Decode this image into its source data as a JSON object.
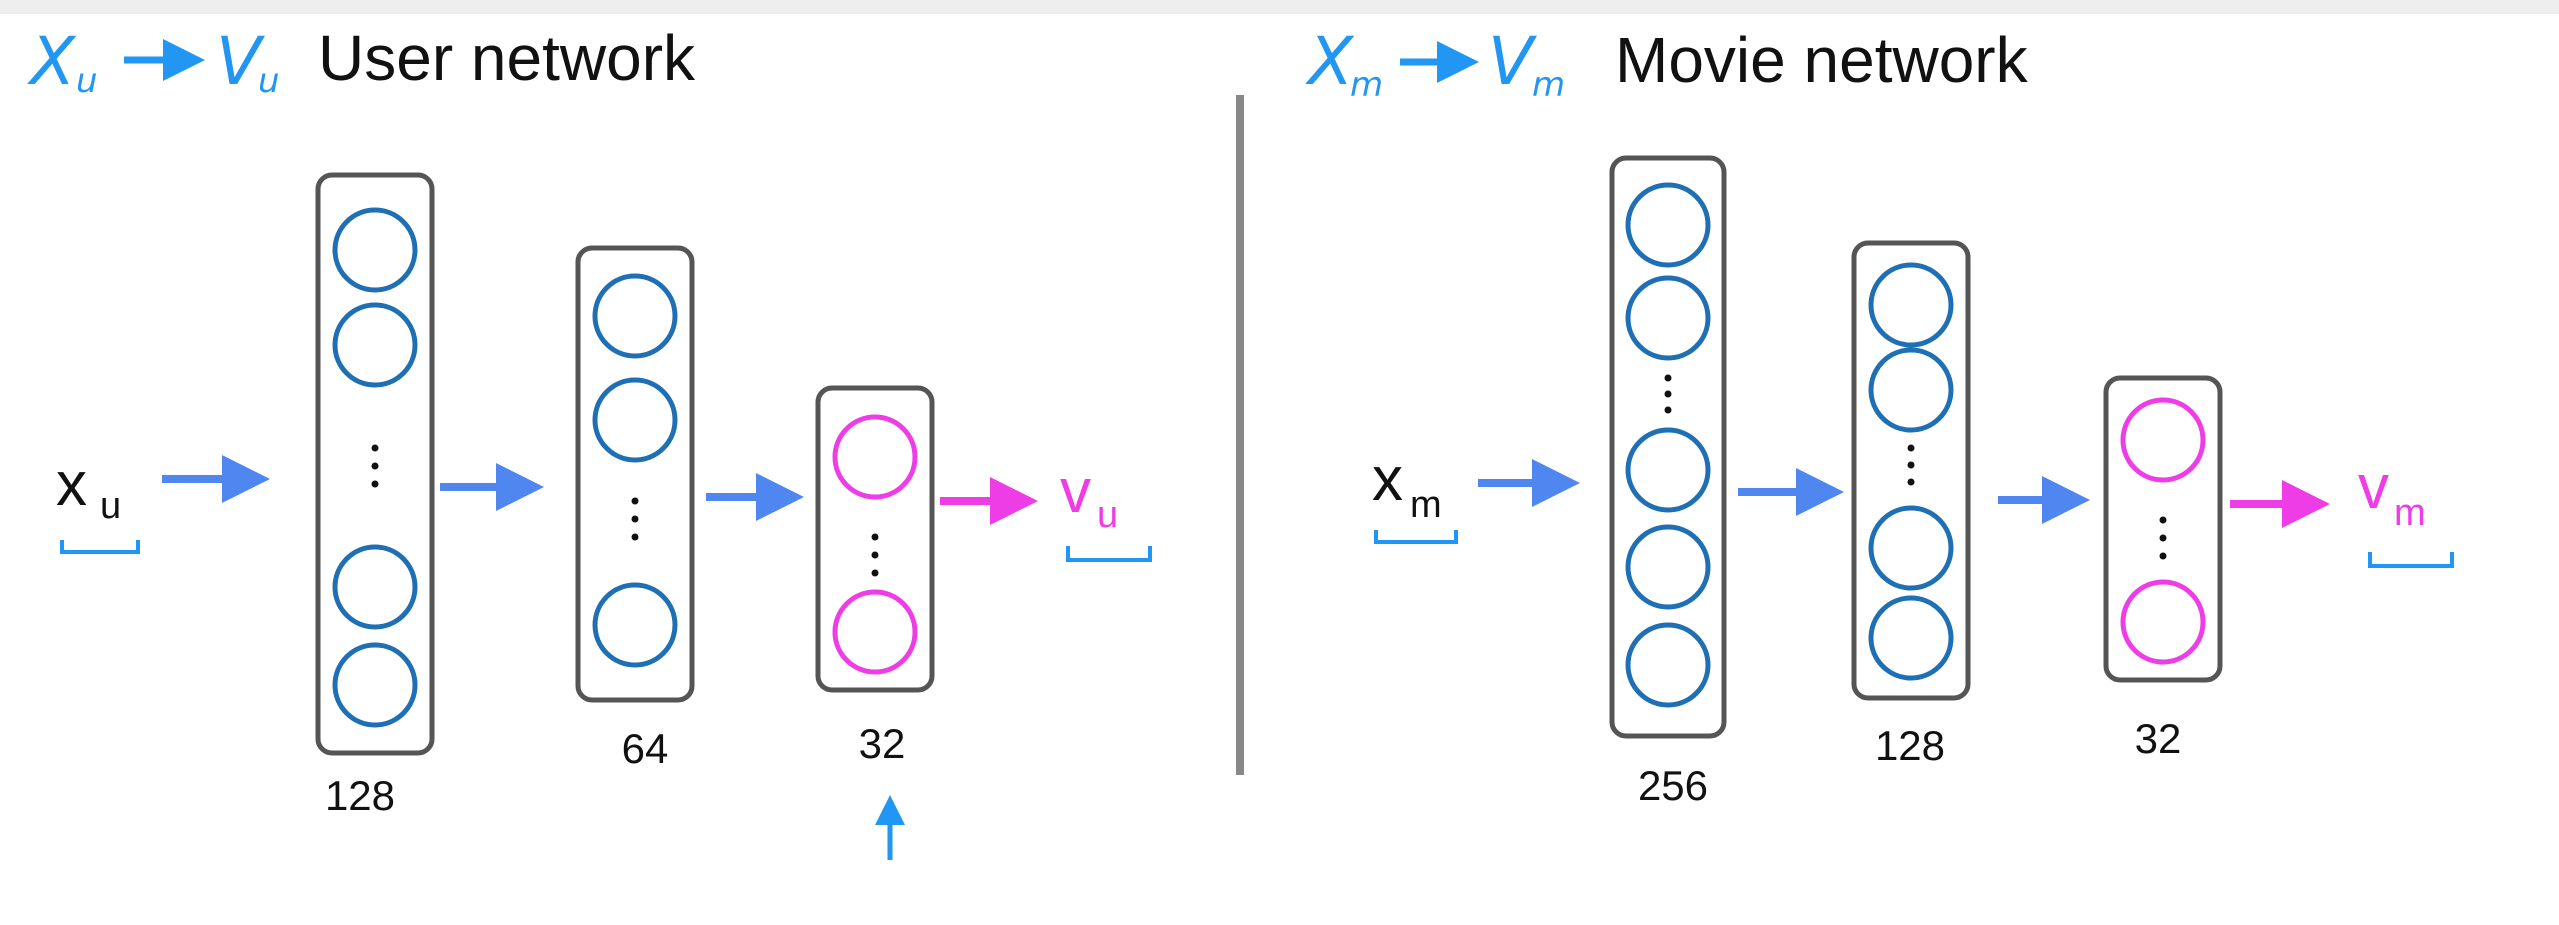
{
  "colors": {
    "blue_ink": "#2196f3",
    "arrow_blue": "#4f86f0",
    "neuron_blue": "#1f6fb5",
    "pink": "#ee3de6",
    "frame": "#555555",
    "divider": "#888888",
    "text": "#111111"
  },
  "left": {
    "annotation": {
      "from": "X",
      "from_sub": "u",
      "to": "V",
      "to_sub": "u"
    },
    "title": "User network",
    "input": {
      "base": "x",
      "sub": "u"
    },
    "output": {
      "base": "v",
      "sub": "u"
    },
    "layers": [
      {
        "size": "128",
        "color": "blue"
      },
      {
        "size": "64",
        "color": "blue"
      },
      {
        "size": "32",
        "color": "pink"
      }
    ]
  },
  "right": {
    "annotation": {
      "from": "X",
      "from_sub": "m",
      "to": "V",
      "to_sub": "m"
    },
    "title": "Movie network",
    "input": {
      "base": "x",
      "sub": "m"
    },
    "output": {
      "base": "v",
      "sub": "m"
    },
    "layers": [
      {
        "size": "256",
        "color": "blue"
      },
      {
        "size": "128",
        "color": "blue"
      },
      {
        "size": "32",
        "color": "pink"
      }
    ]
  }
}
